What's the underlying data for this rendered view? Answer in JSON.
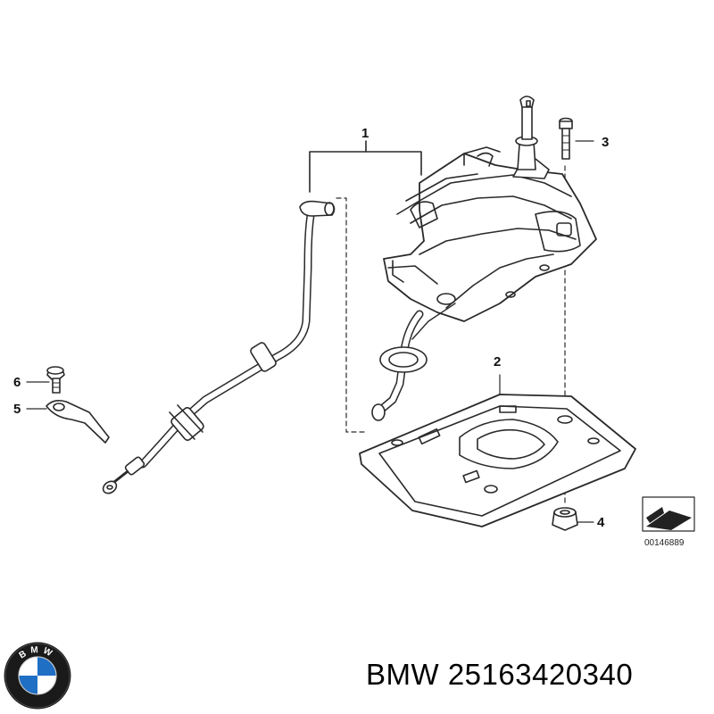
{
  "callouts": {
    "c1": "1",
    "c2": "2",
    "c3": "3",
    "c4": "4",
    "c5": "5",
    "c6": "6"
  },
  "reference_code": "00146889",
  "logo": {
    "letters": "BMW",
    "colors": {
      "blue": "#1f6fc4",
      "white": "#ffffff",
      "ring": "#1a1a1a"
    }
  },
  "footer": {
    "brand": "BMW",
    "part_number": "25163420340"
  }
}
